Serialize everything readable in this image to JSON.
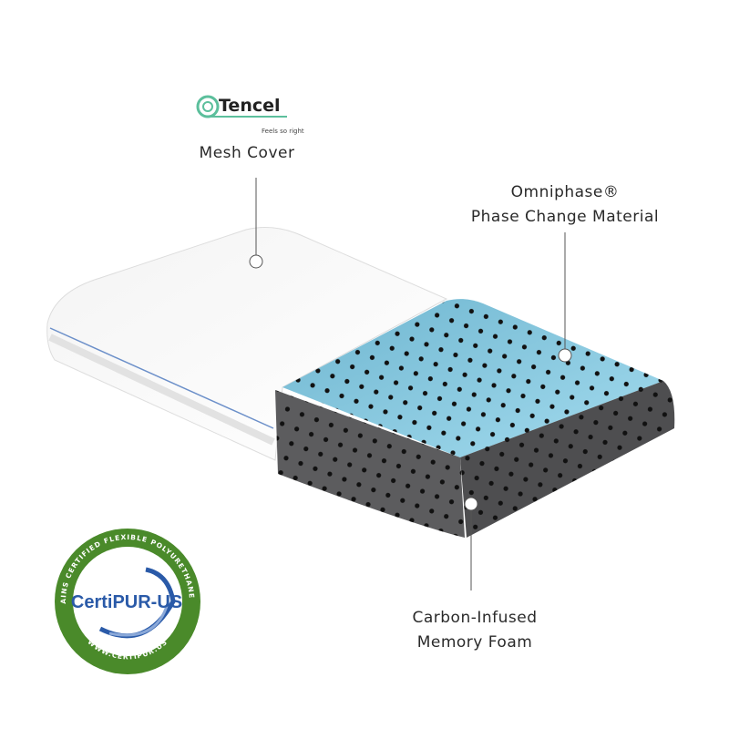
{
  "callouts": {
    "mesh_cover": {
      "brand": "Tencel",
      "brand_tagline": "Feels so right",
      "label": "Mesh Cover"
    },
    "omniphase": {
      "line1": "Omniphase®",
      "line2": "Phase Change Material"
    },
    "carbon": {
      "line1": "Carbon-Infused",
      "line2": "Memory Foam"
    }
  },
  "badge": {
    "name": "CertiPUR-US",
    "ring_text_top": "CONTAINS CERTIFIED FLEXIBLE POLYURETHANE FOAM",
    "ring_text_bottom": "WWW.CERTIPUR.US"
  },
  "colors": {
    "tencel_green": "#5cbf9c",
    "badge_green": "#4a8a2a",
    "badge_blue": "#2a5aa8",
    "gel_blue": "#7cc4dc",
    "foam_gray": "#5a5a5c"
  }
}
